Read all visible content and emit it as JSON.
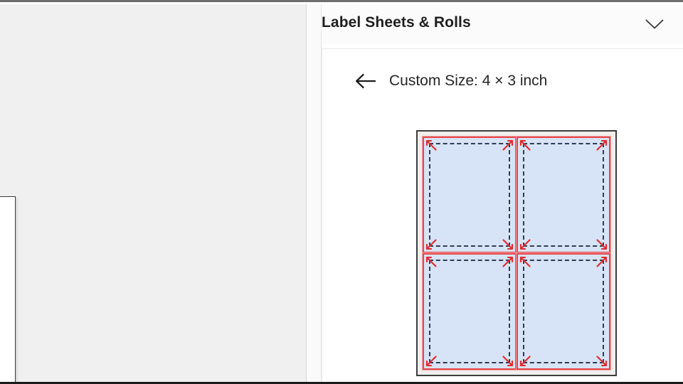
{
  "window": {
    "frame_top_color": "#6e6e6e",
    "frame_bottom_color": "#1c1c1c"
  },
  "canvas": {
    "background_color": "#f0f0f0",
    "document_page_name": "document-page"
  },
  "pane": {
    "title": "Label Sheets & Rolls",
    "collapse_icon": "chevron-down-icon",
    "background_color": "#ffffff"
  },
  "detail": {
    "back_icon": "arrow-left-icon",
    "back_label": "Custom Size: 4 × 3 inch"
  },
  "preview": {
    "name": "label-sheet-preview",
    "sheet_border_color": "#3d3d3d",
    "sheet_background_color": "#f0efee",
    "label_fill_color": "#d7e3f6",
    "label_border_color": "#e8474a",
    "margin_guide_color": "#2f3d50",
    "arrow_color": "#e22a2a",
    "columns": 2,
    "rows": 2,
    "labels": [
      {
        "id": "label-1",
        "row": 1,
        "column": 1
      },
      {
        "id": "label-2",
        "row": 1,
        "column": 2
      },
      {
        "id": "label-3",
        "row": 2,
        "column": 1
      },
      {
        "id": "label-4",
        "row": 2,
        "column": 2
      }
    ]
  }
}
